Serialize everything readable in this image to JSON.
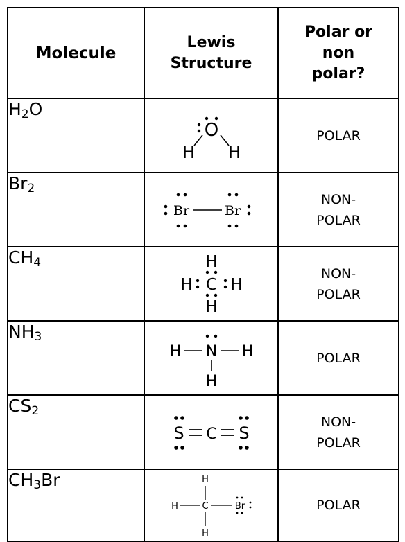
{
  "headers": {
    "molecule": "Molecule",
    "lewis": [
      "Lewis",
      "Structure"
    ],
    "polarity": [
      "Polar or",
      "non",
      "polar?"
    ]
  },
  "rows": [
    {
      "formula": {
        "base": "H",
        "sub": "2",
        "tail": "O"
      },
      "lewis_atoms": {
        "center": "O",
        "side": "H",
        "bottom": "H"
      },
      "polarity": [
        "POLAR"
      ]
    },
    {
      "formula": {
        "base": "Br",
        "sub": "2",
        "tail": ""
      },
      "lewis_atoms": {
        "center": "Br",
        "side": "Br",
        "bottom": ""
      },
      "polarity": [
        "NON-",
        "POLAR"
      ]
    },
    {
      "formula": {
        "base": "CH",
        "sub": "4",
        "tail": ""
      },
      "lewis_atoms": {
        "center": "C",
        "side": "H",
        "bottom": "H"
      },
      "polarity": [
        "NON-",
        "POLAR"
      ]
    },
    {
      "formula": {
        "base": "NH",
        "sub": "3",
        "tail": ""
      },
      "lewis_atoms": {
        "center": "N",
        "side": "H",
        "bottom": "H"
      },
      "polarity": [
        "POLAR"
      ]
    },
    {
      "formula": {
        "base": "CS",
        "sub": "2",
        "tail": ""
      },
      "lewis_atoms": {
        "center": "C",
        "side": "S",
        "bottom": ""
      },
      "polarity": [
        "NON-",
        "POLAR"
      ]
    },
    {
      "formula": {
        "base": "CH",
        "sub": "3",
        "tail": "Br"
      },
      "lewis_atoms": {
        "center": "C",
        "side": "H",
        "bottom": "Br"
      },
      "polarity": [
        "POLAR"
      ]
    }
  ]
}
